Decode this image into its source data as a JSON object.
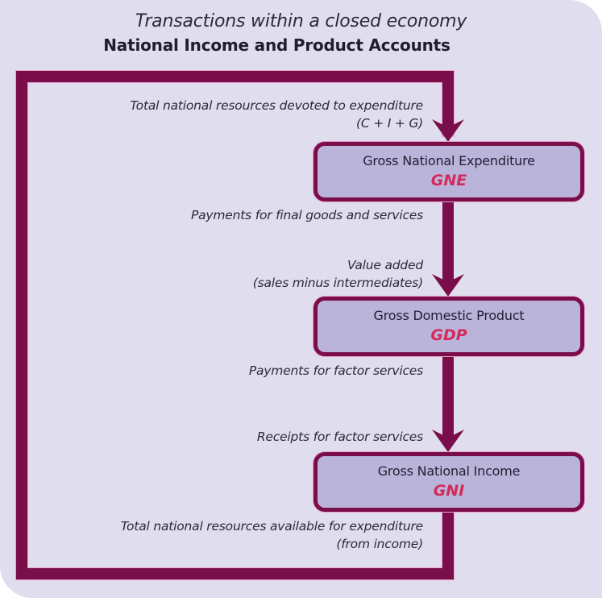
{
  "header": {
    "subtitle": "Transactions within a closed economy",
    "title": "National Income and Product Accounts"
  },
  "colors": {
    "background": "#e0ddee",
    "flow_line": "#7a0e4a",
    "box_fill": "#bab4db",
    "acronym": "#d42a5a"
  },
  "boxes": [
    {
      "name": "Gross National Expenditure",
      "abbr": "GNE"
    },
    {
      "name": "Gross Domestic Product",
      "abbr": "GDP"
    },
    {
      "name": "Gross National Income",
      "abbr": "GNI"
    }
  ],
  "labels": {
    "into_gne_line1": "Total national resources devoted to expenditure",
    "into_gne_line2": "(C + I + G)",
    "out_gne": "Payments for final goods and services",
    "into_gdp_line1": "Value added",
    "into_gdp_line2": "(sales minus intermediates)",
    "out_gdp": "Payments for factor services",
    "into_gni": "Receipts for factor services",
    "out_gni_line1": "Total national resources available for expenditure",
    "out_gni_line2": "(from income)"
  }
}
